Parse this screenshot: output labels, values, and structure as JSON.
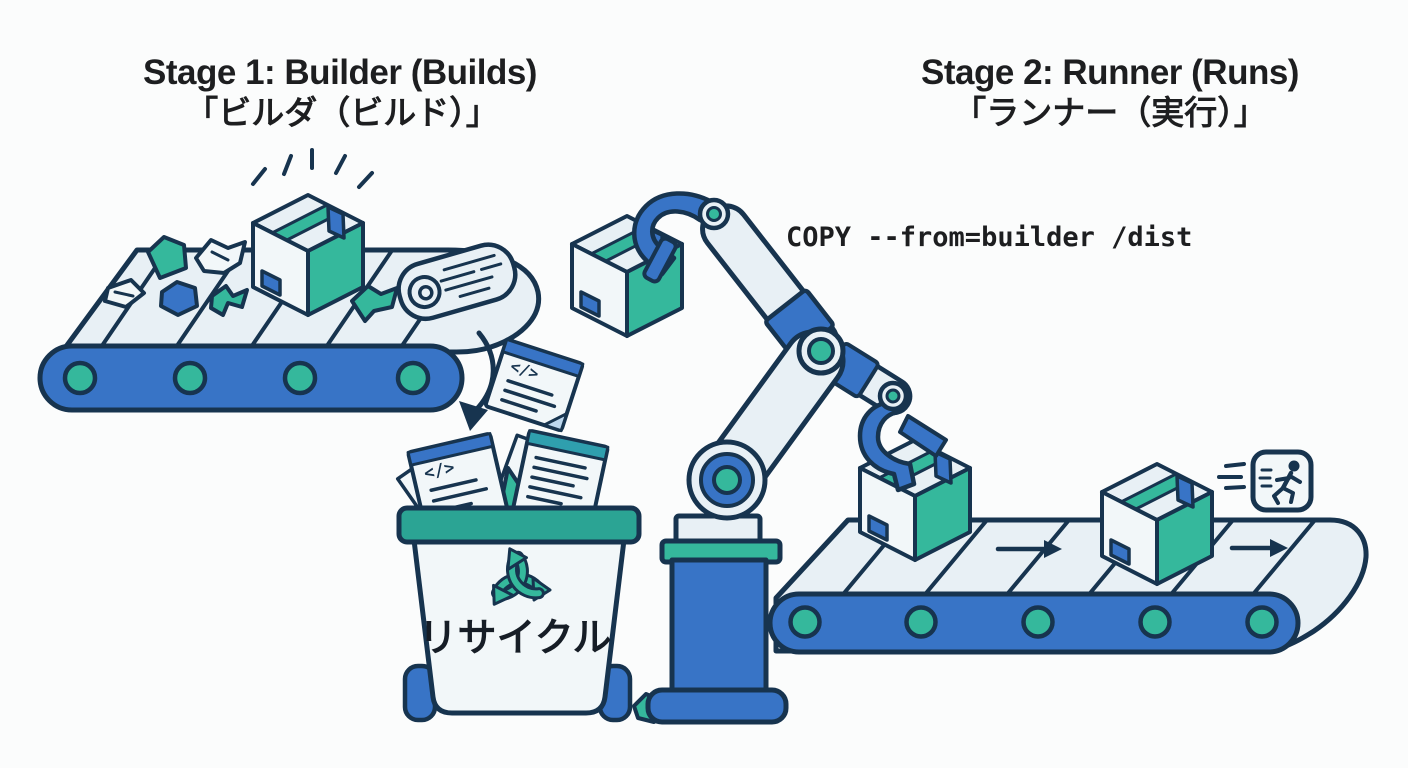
{
  "scene": {
    "stage1": {
      "title": "Stage 1: Builder (Builds)",
      "subtitle": "「ビルダ（ビルド）」"
    },
    "stage2": {
      "title": "Stage 2: Runner (Runs)",
      "subtitle": "「ランナー（実行）」"
    },
    "copy_command": "COPY --from=builder /dist",
    "recycle_bin_label": "リサイクル",
    "code_file_glyph": "</>"
  },
  "icons": {
    "code_file": "code-file-icon (</> on document)",
    "recycle": "recycle-arrows-icon",
    "runner": "running-person-icon",
    "belt_arrow": "right-arrow-icon",
    "curved_arrow": "curved-down-arrow-icon",
    "sparkles": "sparkle-lines-icon",
    "speed_lines": "speed-lines-icon"
  },
  "colors": {
    "navy": "#17344f",
    "blue": "#3874c6",
    "teal": "#35b89c",
    "teal_dark": "#2ba494",
    "light": "#e8f0f5",
    "paper": "#f2f7f9",
    "cyan_header": "#2f9fae",
    "background": "#fbfcfc",
    "text_dark": "#1d1e20"
  }
}
